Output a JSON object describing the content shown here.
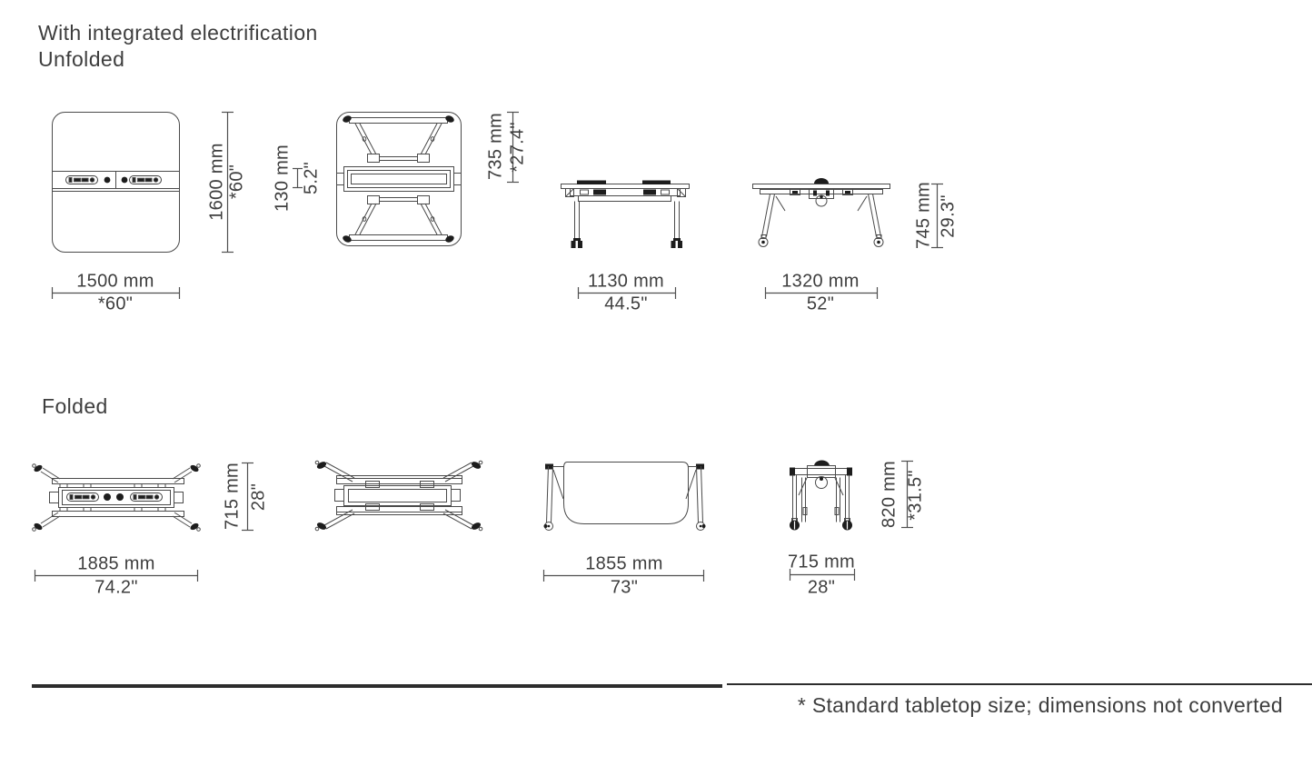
{
  "page": {
    "title_line1": "With integrated electrification",
    "title_line2": "Unfolded",
    "folded_label": "Folded",
    "footnote": "* Standard tabletop size; dimensions not converted"
  },
  "unfolded": {
    "top_view": {
      "width_mm": "1500 mm",
      "width_in": "*60\"",
      "height_mm": "1600 mm",
      "height_in": "*60\""
    },
    "underside_view": {
      "channel_mm": "130 mm",
      "channel_in": "5.2\"",
      "leg_mm": "735 mm",
      "leg_in": "*27.4\""
    },
    "side_view": {
      "width_mm": "1130 mm",
      "width_in": "44.5\""
    },
    "end_view": {
      "width_mm": "1320 mm",
      "width_in": "52\"",
      "height_mm": "745 mm",
      "height_in": "29.3\""
    }
  },
  "folded": {
    "top_view": {
      "width_mm": "1885 mm",
      "width_in": "74.2\"",
      "depth_mm": "715 mm",
      "depth_in": "28\""
    },
    "side_view": {
      "width_mm": "1855 mm",
      "width_in": "73\""
    },
    "end_view": {
      "width_mm": "715 mm",
      "width_in": "28\"",
      "height_mm": "820 mm",
      "height_in": "*31.5\""
    }
  }
}
